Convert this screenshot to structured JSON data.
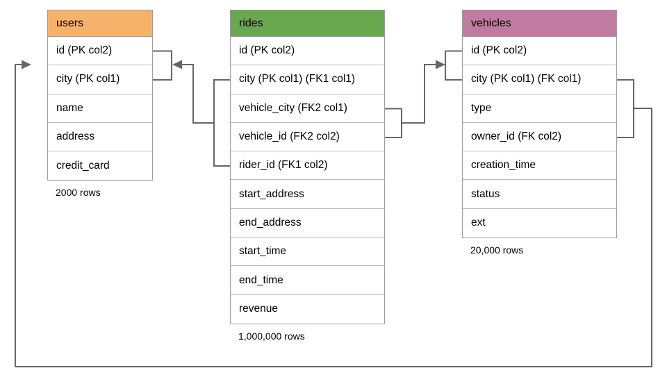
{
  "connector_color": "#666666",
  "tables": {
    "users": {
      "name": "users",
      "header_color": "#F6B26B",
      "columns": [
        "id (PK col2)",
        "city (PK col1)",
        "name",
        "address",
        "credit_card"
      ],
      "rows_label": "2000 rows"
    },
    "rides": {
      "name": "rides",
      "header_color": "#6AA84F",
      "columns": [
        "id (PK col2)",
        "city (PK col1) (FK1 col1)",
        "vehicle_city (FK2 col1)",
        "vehicle_id (FK2 col2)",
        "rider_id (FK1 col2)",
        "start_address",
        "end_address",
        "start_time",
        "end_time",
        "revenue"
      ],
      "rows_label": "1,000,000 rows"
    },
    "vehicles": {
      "name": "vehicles",
      "header_color": "#C27BA0",
      "columns": [
        "id (PK col2)",
        "city (PK col1) (FK col1)",
        "type",
        "owner_id (FK col2)",
        "creation_time",
        "status",
        "ext"
      ],
      "rows_label": "20,000 rows"
    }
  },
  "relationships": [
    {
      "from": "rides (city FK1 col1, rider_id FK1 col2)",
      "to": "users (id PK col2, city PK col1)"
    },
    {
      "from": "rides (vehicle_city FK2 col1, vehicle_id FK2 col2)",
      "to": "vehicles (id PK col2, city PK col1)"
    },
    {
      "from": "vehicles (city FK col1, owner_id FK col2)",
      "to": "users (id PK col2, city PK col1)"
    }
  ]
}
